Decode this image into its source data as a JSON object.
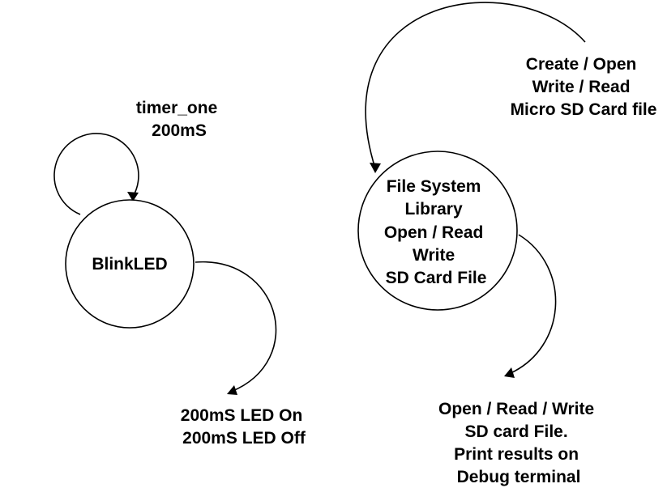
{
  "nodes": {
    "blink_led": {
      "label": "BlinkLED"
    },
    "file_system": {
      "lines": [
        "File System",
        "Library",
        "Open / Read",
        "Write",
        "SD Card File"
      ]
    }
  },
  "annotations": {
    "timer": {
      "lines": [
        "timer_one",
        "200mS"
      ]
    },
    "led_output": {
      "lines": [
        "200mS LED On",
        "200mS LED Off"
      ]
    },
    "sd_input": {
      "lines": [
        "Create / Open",
        "Write / Read",
        "Micro SD Card file"
      ]
    },
    "sd_output": {
      "lines": [
        "Open / Read / Write",
        "SD card File.",
        "Print results  on",
        "Debug terminal"
      ]
    }
  }
}
